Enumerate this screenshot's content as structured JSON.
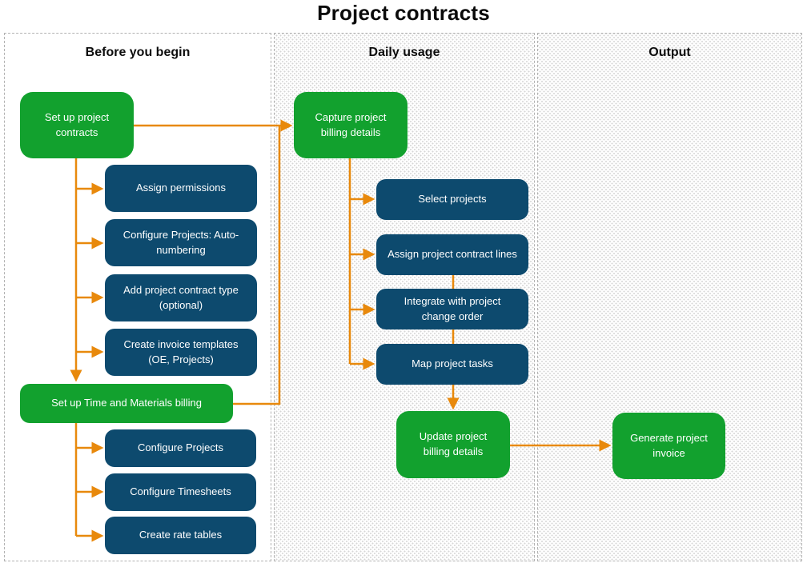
{
  "title": "Project contracts",
  "colors": {
    "node_green": "#12a12e",
    "node_navy": "#0d4a6e",
    "connector_orange": "#e8890c",
    "column_border": "#b2b2b2"
  },
  "columns": [
    {
      "header": "Before you begin",
      "nodes": [
        {
          "label": "Set up project contracts",
          "style": "green"
        },
        {
          "label": "Assign permissions",
          "style": "navy"
        },
        {
          "label": "Configure Projects: Auto-numbering",
          "style": "navy"
        },
        {
          "label": "Add project contract type (optional)",
          "style": "navy"
        },
        {
          "label": "Create invoice templates (OE, Projects)",
          "style": "navy"
        },
        {
          "label": "Set up Time and Materials billing",
          "style": "green"
        },
        {
          "label": "Configure Projects",
          "style": "navy"
        },
        {
          "label": "Configure Timesheets",
          "style": "navy"
        },
        {
          "label": "Create rate tables",
          "style": "navy"
        }
      ]
    },
    {
      "header": "Daily usage",
      "nodes": [
        {
          "label": "Capture project billing details",
          "style": "green"
        },
        {
          "label": "Select projects",
          "style": "navy"
        },
        {
          "label": "Assign project contract lines",
          "style": "navy"
        },
        {
          "label": "Integrate with project change order",
          "style": "navy"
        },
        {
          "label": "Map project tasks",
          "style": "navy"
        },
        {
          "label": "Update project billing details",
          "style": "green"
        }
      ]
    },
    {
      "header": "Output",
      "nodes": [
        {
          "label": "Generate project invoice",
          "style": "green"
        }
      ]
    }
  ]
}
